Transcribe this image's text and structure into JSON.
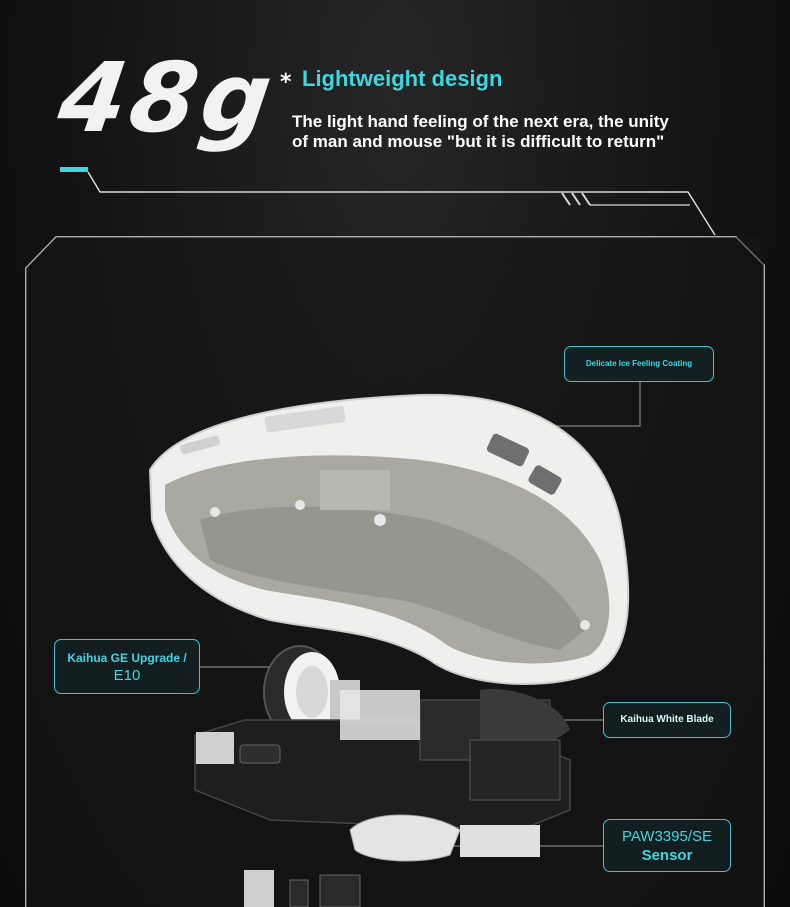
{
  "hero": {
    "weight": "48g",
    "asterisk": "*",
    "headline": "Lightweight design",
    "subline_1": "The light hand feeling of the next era, the unity",
    "subline_2": "of man and mouse \"but it is difficult to return\""
  },
  "callouts": {
    "coating": "Delicate Ice Feeling Coating",
    "encoder_1": "Kaihua GE Upgrade /",
    "encoder_2": "E10",
    "switch": "Kaihua White Blade",
    "sensor_1": "PAW3395/SE",
    "sensor_2": "Sensor"
  },
  "colors": {
    "accent": "#3fd6e2",
    "background": "#141414",
    "frame": "#d8d8d8",
    "shell": "#f0f0ee"
  },
  "illustration": "exploded-mouse-icon"
}
